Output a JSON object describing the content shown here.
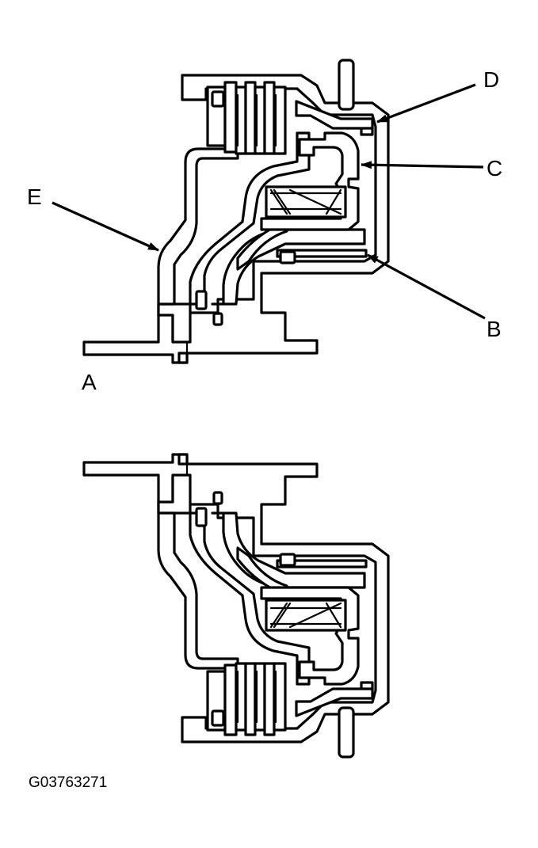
{
  "labels": {
    "A": "A",
    "B": "B",
    "C": "C",
    "D": "D",
    "E": "E"
  },
  "figure_code": "G03763271",
  "colors": {
    "ink": "#000000",
    "paper": "#ffffff"
  }
}
